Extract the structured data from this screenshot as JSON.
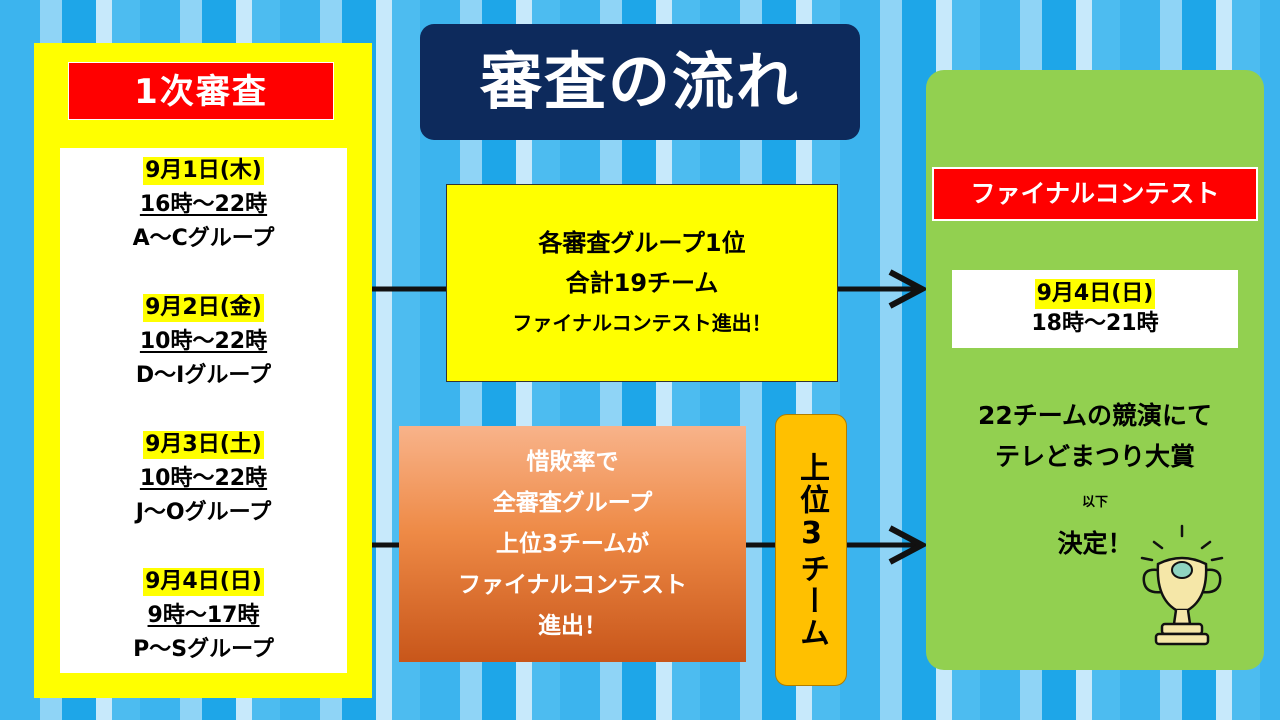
{
  "title": "審査の流れ",
  "left": {
    "header": "1次審査",
    "schedules": [
      {
        "date": "9月1日(木)",
        "time": "16時～22時",
        "groups": "A～Cグループ"
      },
      {
        "date": "9月2日(金)",
        "time": "10時～22時",
        "groups": "D～Iグループ"
      },
      {
        "date": "9月3日(土)",
        "time": "10時～22時",
        "groups": "J～Oグループ"
      },
      {
        "date": "9月4日(日)",
        "time": "9時～17時",
        "groups": "P～Sグループ"
      }
    ]
  },
  "middle": {
    "yellow_lines": [
      "各審査グループ1位",
      "合計19チーム",
      "ファイナルコンテスト進出！"
    ],
    "orange_lines": [
      "惜敗率で",
      "全審査グループ",
      "上位3チームが",
      "ファイナルコンテスト",
      "進出！"
    ],
    "badge": "上位3チーム"
  },
  "right": {
    "header": "ファイナルコンテスト",
    "date": "9月4日(日)",
    "time": "18時～21時",
    "text_line1": "22チームの競演にて",
    "text_line2": "テレどまつり大賞",
    "text_line2_small": "以下",
    "text_line3": "決定！"
  },
  "colors": {
    "yellow": "#ffff00",
    "red": "#ff0000",
    "navy": "#0d2a5c",
    "green": "#92d050",
    "orange": "#ee8a46",
    "gold": "#ffc000"
  }
}
